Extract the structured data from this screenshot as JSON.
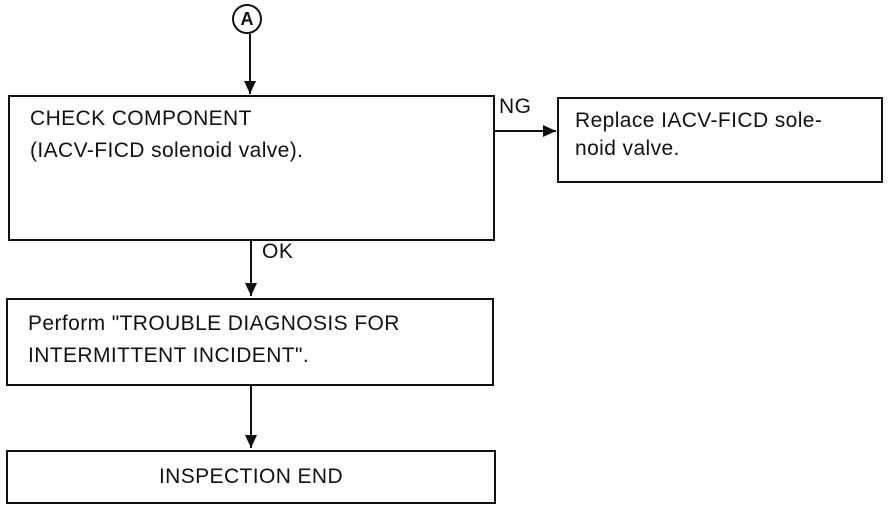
{
  "flowchart": {
    "connector": {
      "label": "A"
    },
    "edges": {
      "ng_label": "NG",
      "ok_label": "OK"
    },
    "boxes": {
      "check_component": {
        "line1": "CHECK COMPONENT",
        "line2": "(IACV-FICD solenoid valve)."
      },
      "replace_valve": {
        "line1": "Replace IACV-FICD sole-",
        "line2": "noid valve."
      },
      "perform_diagnosis": {
        "line1": "Perform \"TROUBLE DIAGNOSIS FOR",
        "line2": "INTERMITTENT INCIDENT\"."
      },
      "inspection_end": {
        "label": "INSPECTION END"
      }
    },
    "colors": {
      "line": "#111111",
      "background": "#ffffff"
    }
  }
}
